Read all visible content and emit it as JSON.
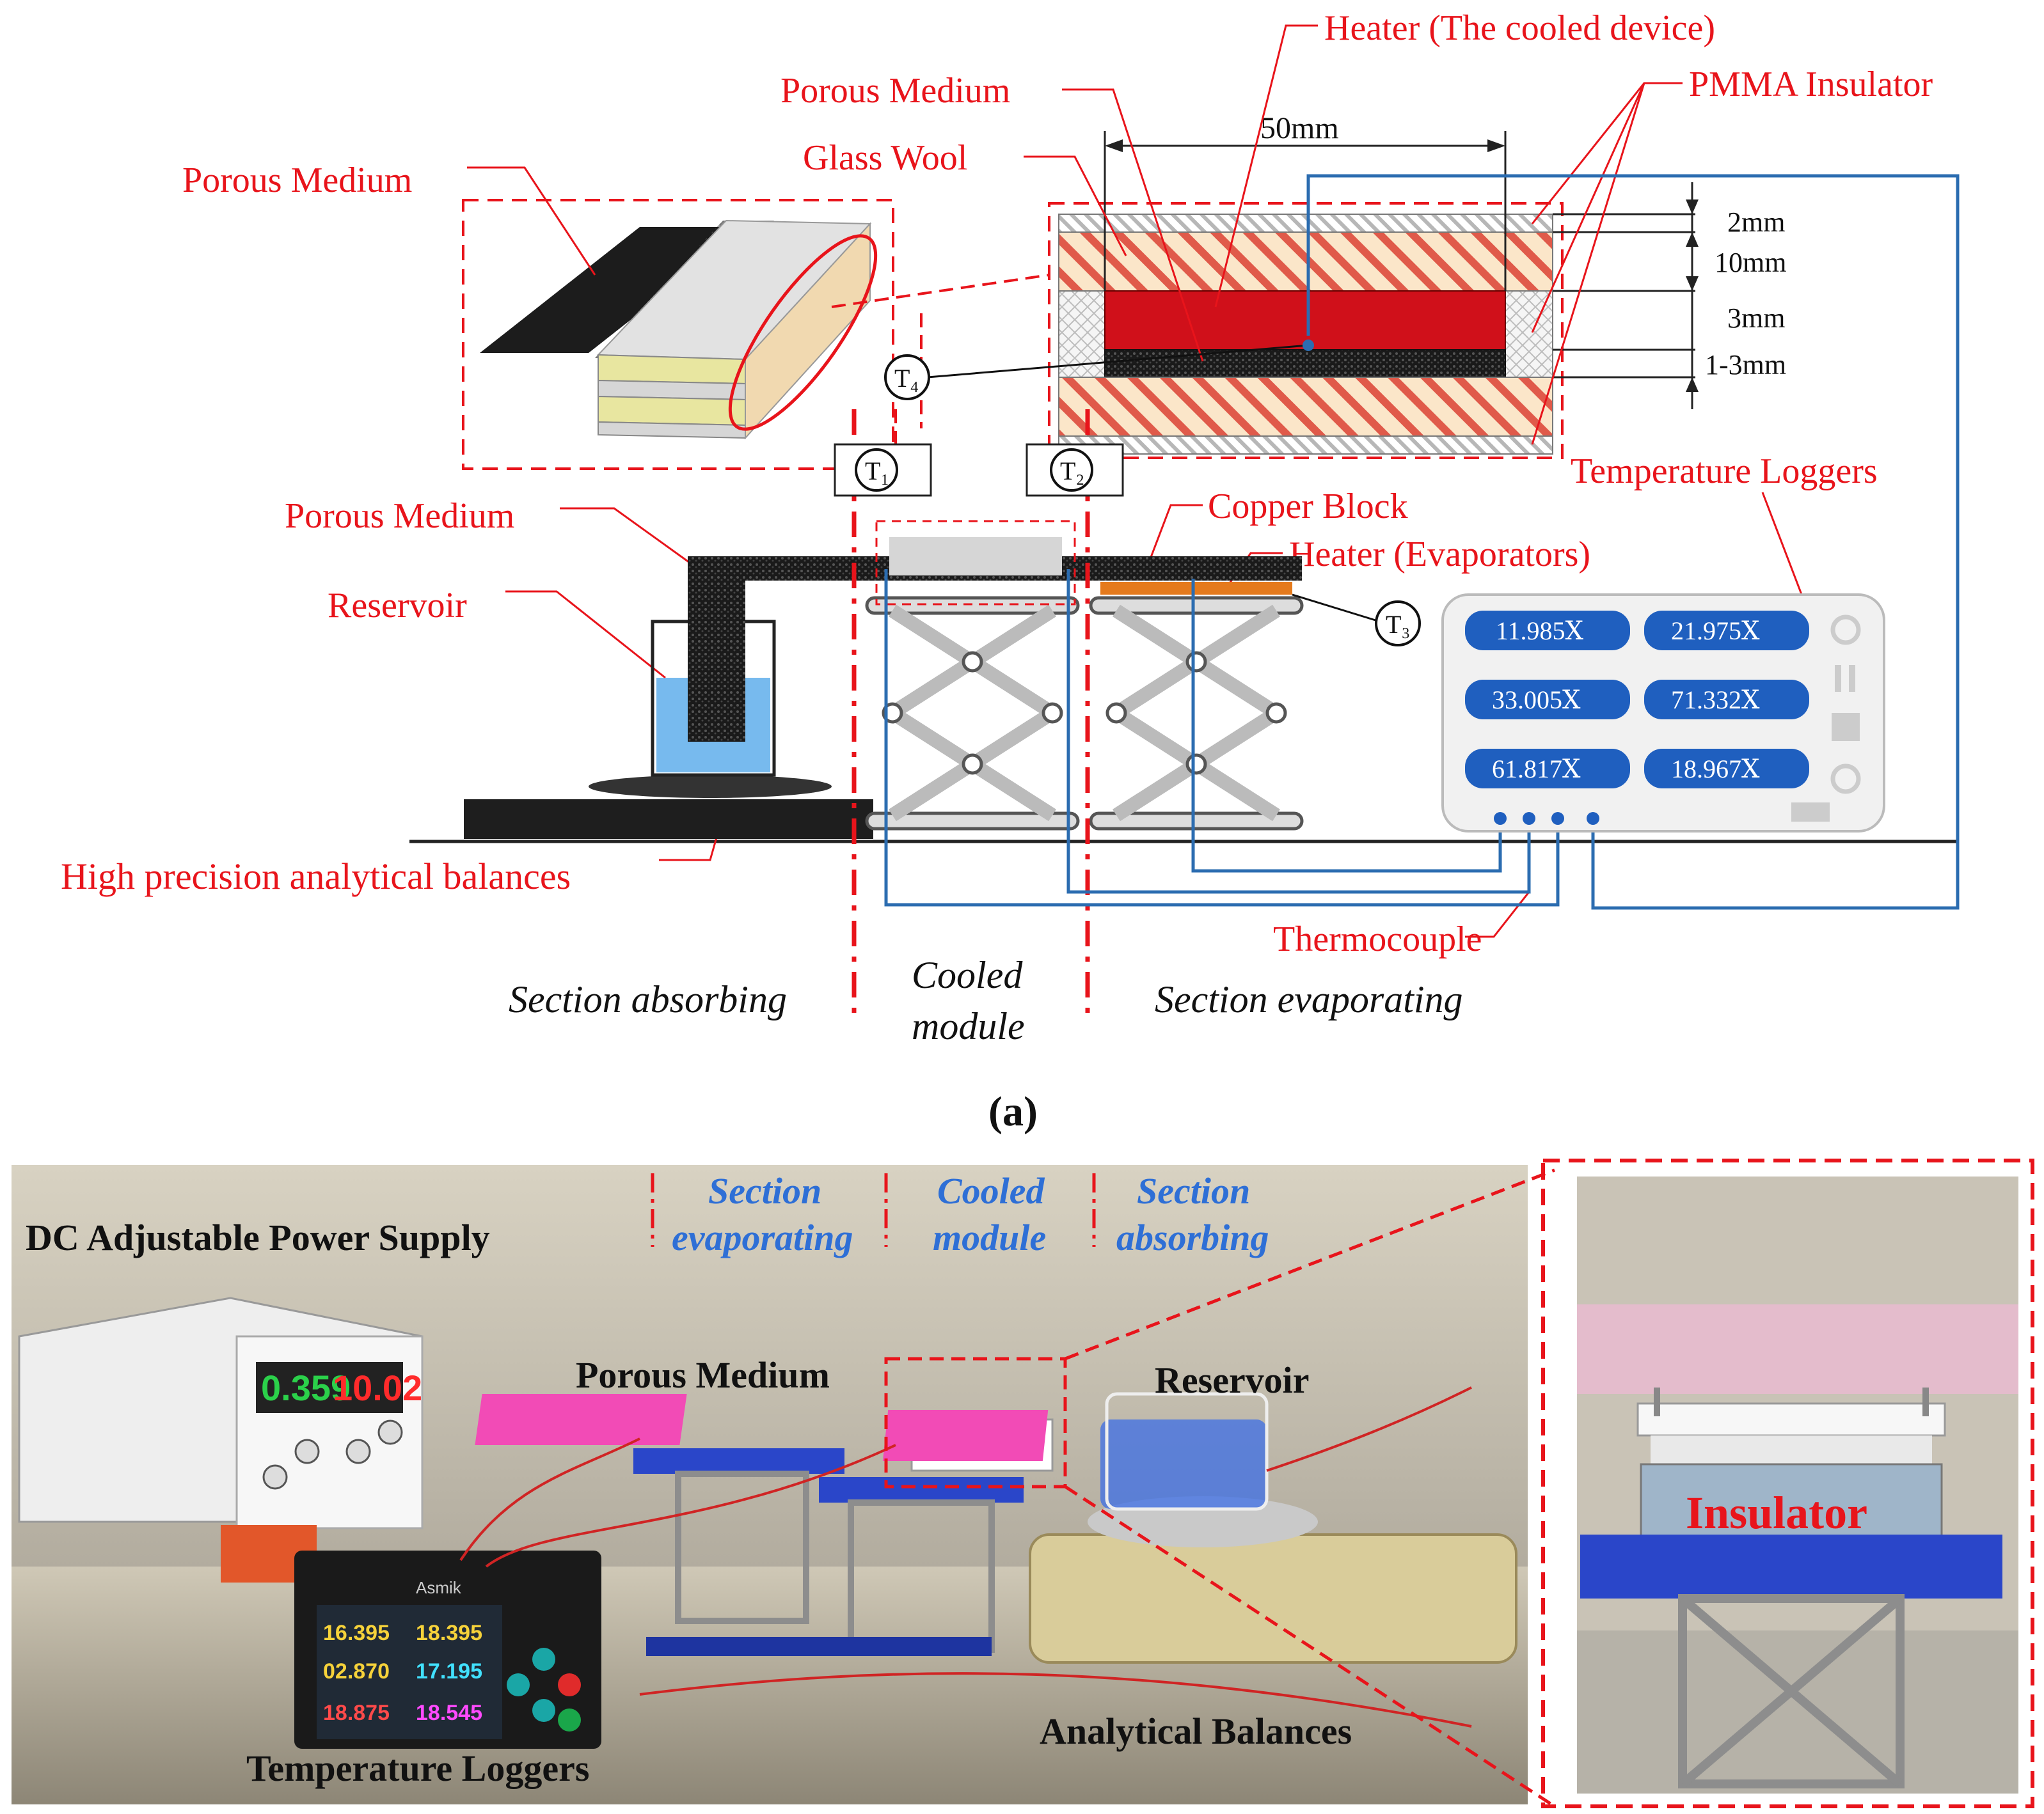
{
  "schematic": {
    "labels": {
      "heater_cooled": "Heater (The cooled device)",
      "porous_medium_top": "Porous Medium",
      "pmma_insulator": "PMMA Insulator",
      "glass_wool": "Glass Wool",
      "porous_medium_left": "Porous Medium",
      "porous_medium_mid": "Porous Medium",
      "reservoir": "Reservoir",
      "balances": "High precision analytical balances",
      "copper_block": "Copper Block",
      "heater_evap": "Heater  (Evaporators)",
      "temp_loggers": "Temperature Loggers",
      "thermocouple": "Thermocouple",
      "dim_50": "50mm",
      "dim_2": "2mm",
      "dim_10": "10mm",
      "dim_3": "3mm",
      "dim_13": "1-3mm",
      "t1": "T₁",
      "t2": "T₂",
      "t3": "T₃",
      "t4": "T₄",
      "section_absorbing": "Section absorbing",
      "cooled_module_1": "Cooled",
      "cooled_module_2": "module",
      "section_evaporating": "Section evaporating",
      "caption_a": "(a)"
    },
    "logger_readings": [
      "11.985Ⅹ",
      "21.975Ⅹ",
      "33.005Ⅹ",
      "71.332Ⅹ",
      "61.817Ⅹ",
      "18.967Ⅹ"
    ]
  },
  "photo": {
    "labels": {
      "dc_power": "DC Adjustable Power Supply",
      "porous_medium": "Porous Medium",
      "reservoir": "Reservoir",
      "temp_loggers": "Temperature Loggers",
      "balances": "Analytical Balances",
      "section_evap_1": "Section",
      "section_evap_2": "evaporating",
      "cooled_1": "Cooled",
      "cooled_2": "module",
      "section_abs_1": "Section",
      "section_abs_2": "absorbing",
      "insulator": "Insulator"
    },
    "power_supply_display": [
      "0.359",
      "10.02"
    ],
    "logger_display": [
      "16.395",
      "18.395",
      "02.870",
      "17.195",
      "18.875",
      "18.545"
    ],
    "logger_brand": "Asmik"
  },
  "colors": {
    "red_label": "#e8141b",
    "blue_section": "#2e6fd6",
    "wire_blue": "#2b6cb0",
    "heater_red": "#d0101a",
    "logger_button": "#1f5fbf"
  }
}
